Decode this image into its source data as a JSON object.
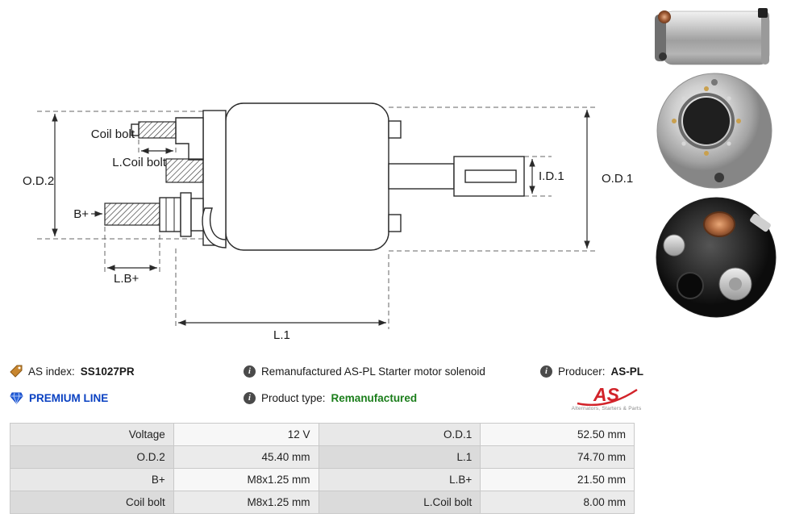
{
  "diagram": {
    "labels": {
      "od2": "O.D.2",
      "od1": "O.D.1",
      "id1": "I.D.1",
      "l1": "L.1",
      "lb_plus": "L.B+",
      "b_plus": "B+",
      "coil_bolt": "Coil bolt",
      "l_coil_bolt": "L.Coil bolt"
    }
  },
  "icons": {
    "info_glyph": "i"
  },
  "info": {
    "as_index": {
      "label": "AS index:",
      "value": "SS1027PR"
    },
    "description": "Remanufactured AS-PL Starter motor solenoid",
    "producer": {
      "label": "Producer:",
      "value": "AS-PL"
    },
    "premium_line": "PREMIUM LINE",
    "product_type": {
      "label": "Product type:",
      "value": "Remanufactured"
    },
    "logo": {
      "text": "AS",
      "subtext": "Alternators, Starters & Parts"
    }
  },
  "specs": {
    "rows": [
      {
        "k1": "Voltage",
        "v1": "12 V",
        "k2": "O.D.1",
        "v2": "52.50 mm"
      },
      {
        "k1": "O.D.2",
        "v1": "45.40 mm",
        "k2": "L.1",
        "v2": "74.70 mm"
      },
      {
        "k1": "B+",
        "v1": "M8x1.25 mm",
        "k2": "L.B+",
        "v2": "21.50 mm"
      },
      {
        "k1": "Coil bolt",
        "v1": "M8x1.25 mm",
        "k2": "L.Coil bolt",
        "v2": "8.00 mm"
      }
    ]
  },
  "colors": {
    "premium_blue": "#0a41c2",
    "product_type_green": "#1b7e1b",
    "logo_red": "#d2232a"
  }
}
